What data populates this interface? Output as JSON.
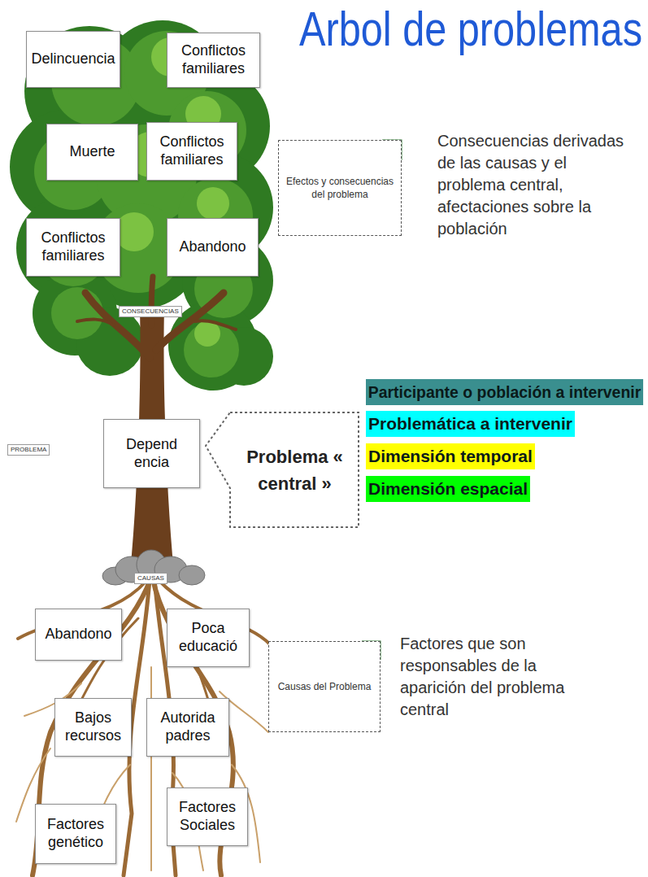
{
  "diagram": {
    "title": "Arbol de problemas",
    "nodes": [
      {
        "text": [
          "Delincuencia"
        ]
      },
      {
        "text": [
          "Conflictos familiares"
        ]
      },
      {
        "text": [
          "Muerte"
        ]
      },
      {
        "text": [
          "Conflictos familiares"
        ]
      },
      {
        "text": [
          "Efectos y consecuencias del problema"
        ]
      },
      {
        "text": [
          "Conflictos familiares"
        ]
      },
      {
        "text": [
          "Abandono"
        ]
      },
      {
        "text": [
          "CONSECUENCIAS"
        ]
      },
      {
        "text": [
          "PROBLEMA"
        ]
      },
      {
        "text": [
          "Depend encia"
        ]
      },
      {
        "text": [
          "Problema « central »"
        ]
      },
      {
        "text": [
          "Participante o población a intervenir"
        ]
      },
      {
        "text": [
          "Problemática a intervenir"
        ]
      },
      {
        "text": [
          "Dimensión temporal"
        ]
      },
      {
        "text": [
          "Dimensión espacial"
        ]
      },
      {
        "text": [
          "CAUSAS"
        ]
      },
      {
        "text": [
          "Abandono"
        ]
      },
      {
        "text": [
          "Poca educació"
        ]
      },
      {
        "text": [
          "Causas del Problema"
        ]
      },
      {
        "text": [
          "Bajos recursos"
        ]
      },
      {
        "text": [
          "Autorida padres"
        ]
      },
      {
        "text": [
          "Factores genético"
        ]
      },
      {
        "text": [
          "Factores Sociales"
        ]
      }
    ],
    "labels": [
      "Consecuencias derivadas de las causas y el problema central, afectaciones sobre la población",
      "Factores que son responsables de la aparición del problema central"
    ]
  }
}
